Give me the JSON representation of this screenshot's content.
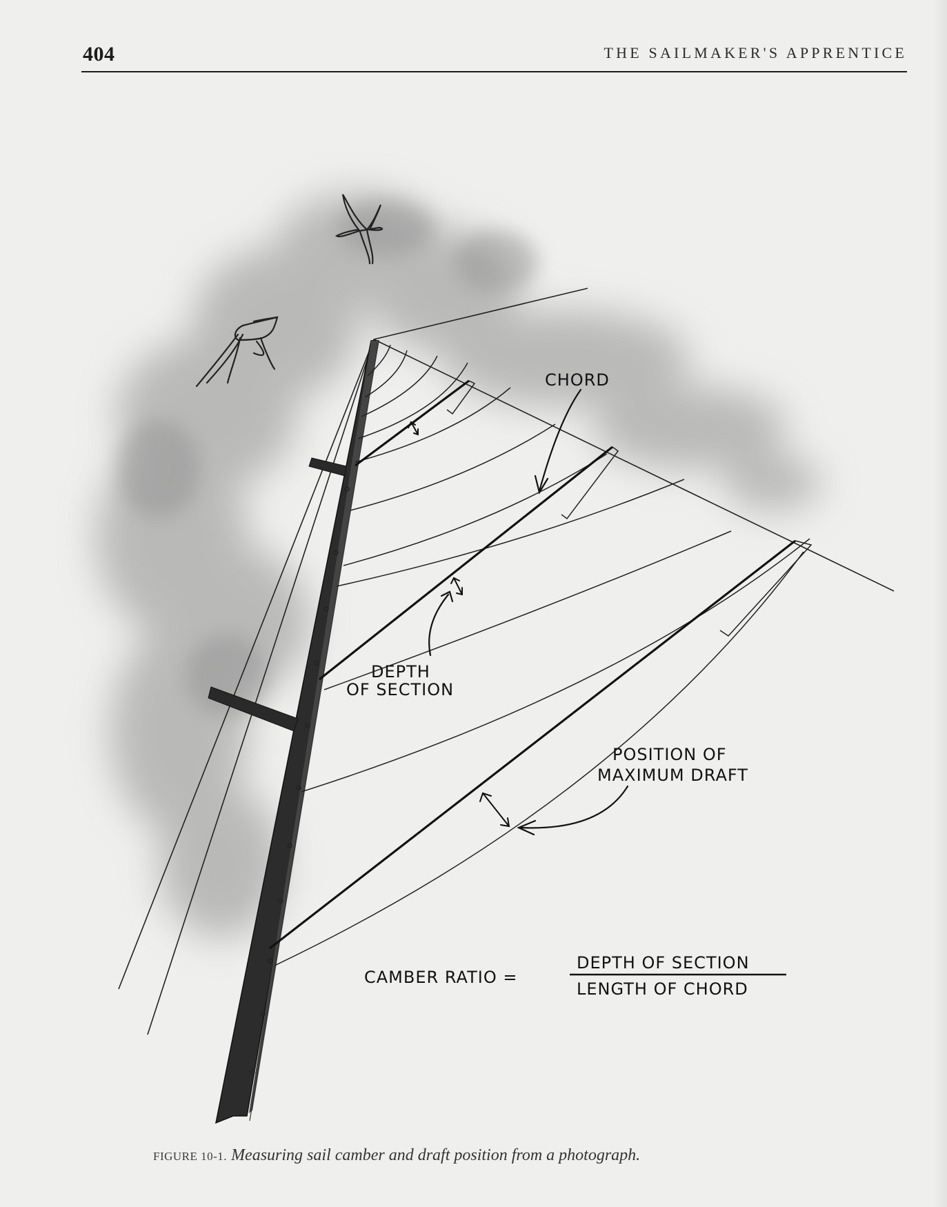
{
  "header": {
    "page_number": "404",
    "running_head": "THE SAILMAKER'S APPRENTICE"
  },
  "figure": {
    "labels": {
      "chord": "CHORD",
      "depth_line1": "DEPTH",
      "depth_line2": "OF SECTION",
      "maxdraft_line1": "POSITION OF",
      "maxdraft_line2": "MAXIMUM DRAFT",
      "formula_lhs": "CAMBER RATIO =",
      "formula_numerator": "DEPTH OF SECTION",
      "formula_denominator": "LENGTH OF CHORD"
    },
    "caption": {
      "label": "FIGURE 10-1.",
      "text": "Measuring sail camber and draft position from a photograph."
    }
  }
}
